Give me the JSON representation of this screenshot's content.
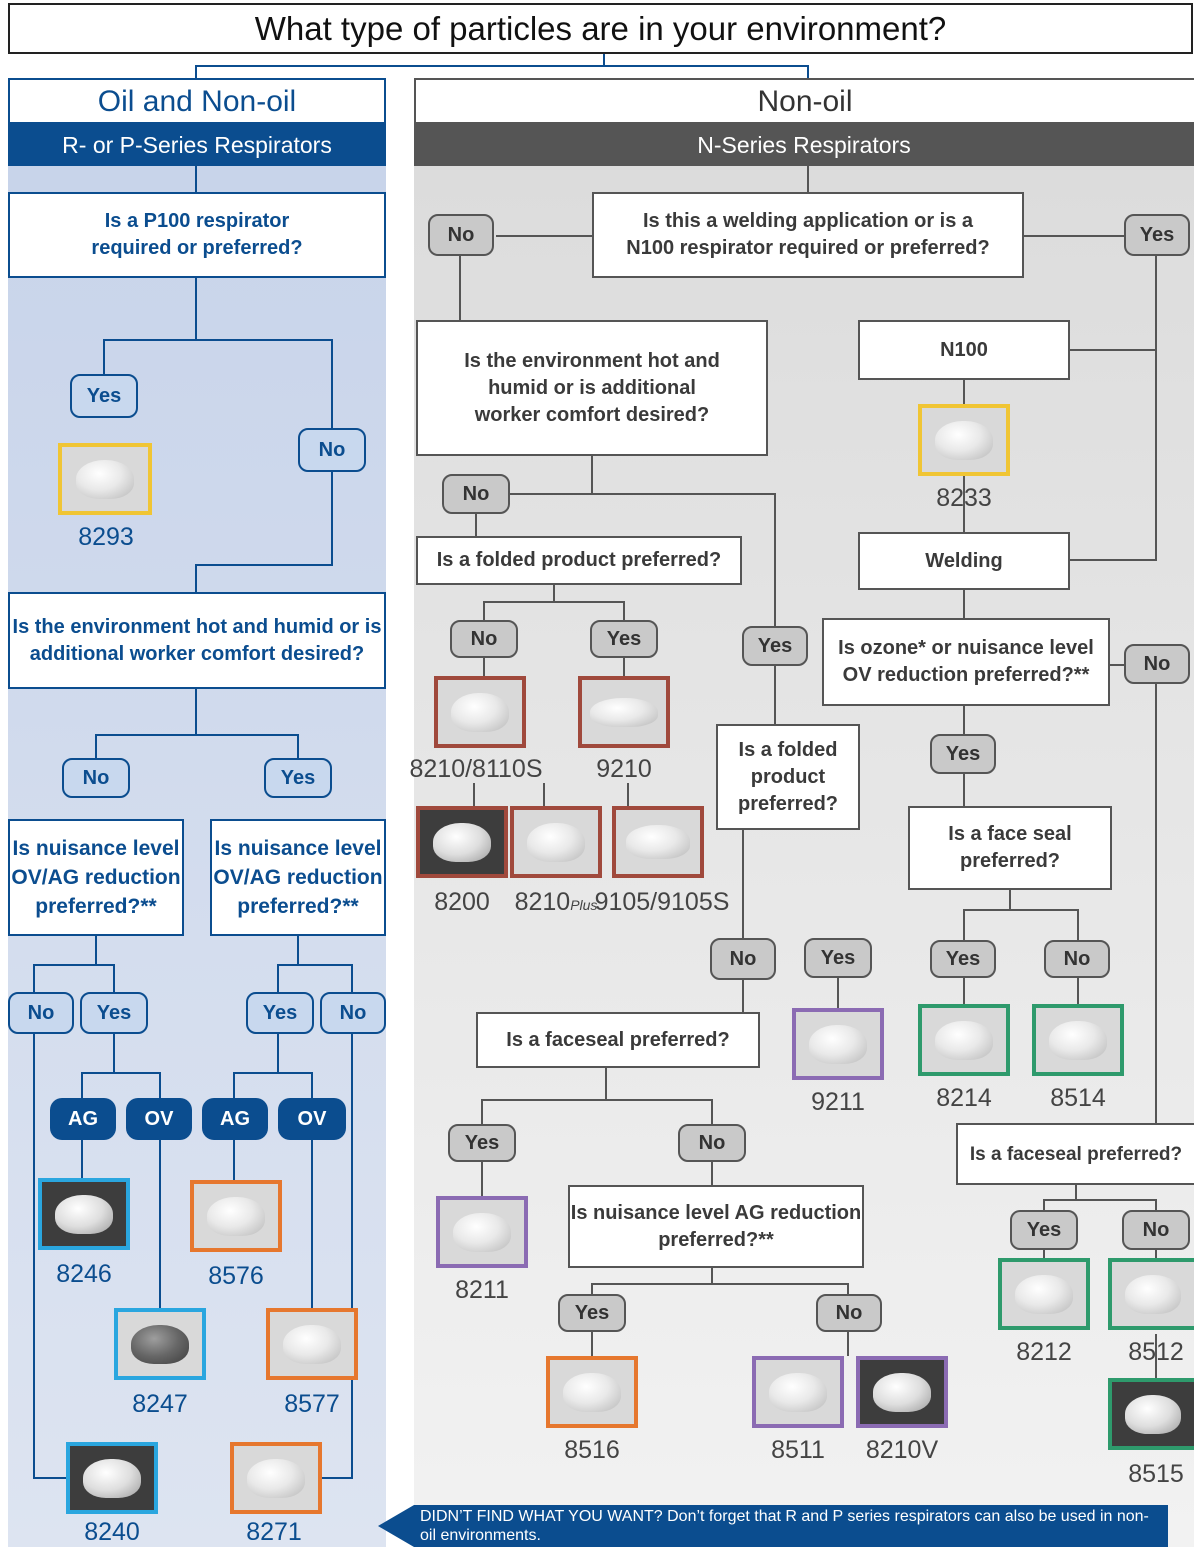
{
  "title": "What type of particles are in your environment?",
  "left": {
    "heading": "Oil and Non-oil",
    "subheading": "R- or P-Series Respirators",
    "q1": "Is a P100 respirator required or preferred?",
    "q2": "Is the environment hot and humid or is additional worker comfort desired?",
    "q3": "Is nuisance level OV/AG reduction preferred?**",
    "q4": "Is nuisance level OV/AG reduction preferred?**"
  },
  "right": {
    "heading": "Non-oil",
    "subheading": "N-Series Respirators",
    "q_weld": "Is this a welding application or is a N100 respirator required or preferred?",
    "q_hot": "Is the environment hot and humid or is additional worker comfort desired?",
    "q_fold1": "Is a folded product preferred?",
    "q_fold2": "Is a folded product preferred?",
    "q_faceseal1": "Is a faceseal preferred?",
    "q_ag": "Is nuisance level AG reduction preferred?**",
    "n100": "N100",
    "welding": "Welding",
    "q_ozone": "Is ozone* or nuisance level OV reduction preferred?**",
    "q_faceseal_pref": "Is a face seal preferred?",
    "q_faceseal2": "Is a faceseal preferred?"
  },
  "answers": {
    "yes": "Yes",
    "no": "No",
    "ag": "AG",
    "ov": "OV"
  },
  "products": {
    "p8293": "8293",
    "p8246": "8246",
    "p8247": "8247",
    "p8240": "8240",
    "p8576": "8576",
    "p8577": "8577",
    "p8271": "8271",
    "p8233": "8233",
    "p8210_8110s": "8210/8110S",
    "p9210": "9210",
    "p8200": "8200",
    "p8210plus": "8210",
    "plus": "Plus",
    "p9105": "9105/9105S",
    "p9211": "9211",
    "p8214": "8214",
    "p8514": "8514",
    "p8211": "8211",
    "p8516": "8516",
    "p8511": "8511",
    "p8210v": "8210V",
    "p8212": "8212",
    "p8512": "8512",
    "p8515": "8515"
  },
  "footer": "DIDN’T FIND WHAT YOU WANT? Don’t forget that R and P series respirators can also be used in non-oil environments.",
  "colors": {
    "blue": "#0b4d8f",
    "light_blue_panel": "#d3ddef",
    "gray_panel": "#ebebeb",
    "dark_gray": "#555555"
  }
}
